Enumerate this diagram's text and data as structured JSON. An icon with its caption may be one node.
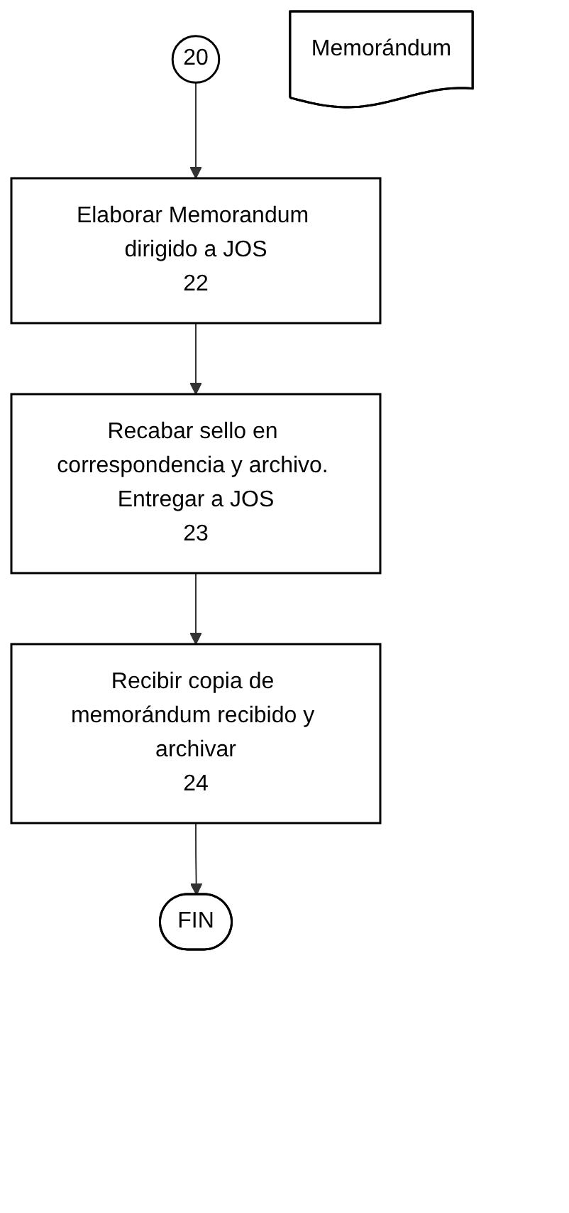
{
  "diagram": {
    "nodes": [
      {
        "text": [
          "20"
        ]
      },
      {
        "text": [
          "Elaborar Memorandum dirigido a JOS",
          "22"
        ]
      },
      {
        "text": [
          "Recabar sello en correspondencia y archivo. Entregar a JOS",
          "23"
        ]
      },
      {
        "text": [
          "Memorándum"
        ]
      },
      {
        "text": [
          "Recibir copia de memorándum recibido y archivar",
          "24"
        ]
      },
      {
        "text": [
          "FIN"
        ]
      }
    ],
    "edges": [
      {
        "from": 0,
        "to": 1,
        "arrow": "to"
      },
      {
        "from": 1,
        "to": 2,
        "arrow": "to"
      },
      {
        "from": 2,
        "to": 4,
        "arrow": "to"
      },
      {
        "from": 4,
        "to": 5,
        "arrow": "to"
      }
    ]
  }
}
